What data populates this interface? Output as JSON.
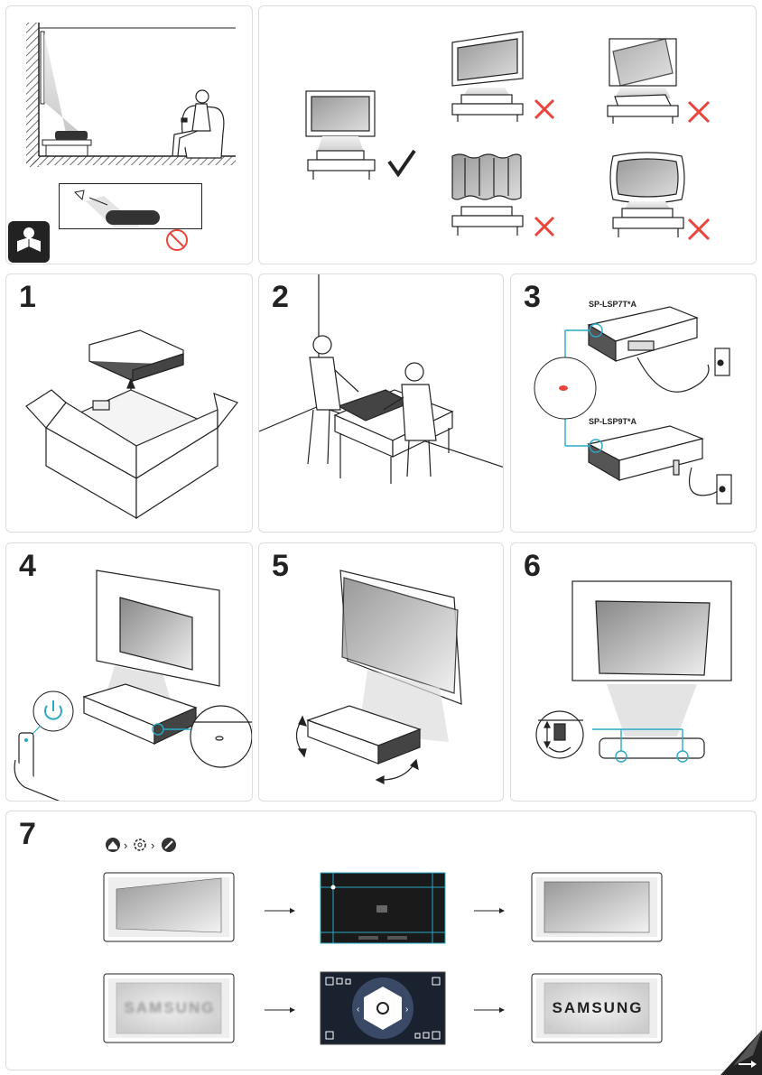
{
  "steps": {
    "s1": "1",
    "s2": "2",
    "s3": "3",
    "s4": "4",
    "s5": "5",
    "s6": "6",
    "s7": "7"
  },
  "models": {
    "top": "SP-LSP7T*A",
    "bottom": "SP-LSP9T*A"
  },
  "brand": {
    "blurred": "SAMSUNG",
    "sharp": "SAMSUNG"
  },
  "colors": {
    "accent": "#29a9c6",
    "cross": "#e8453c",
    "dark": "#222222"
  },
  "icons": [
    "read-manual-icon",
    "no-look-icon",
    "check-icon",
    "cross-icon",
    "home-icon",
    "settings-icon",
    "wrench-icon",
    "power-icon",
    "page-turn-icon"
  ]
}
